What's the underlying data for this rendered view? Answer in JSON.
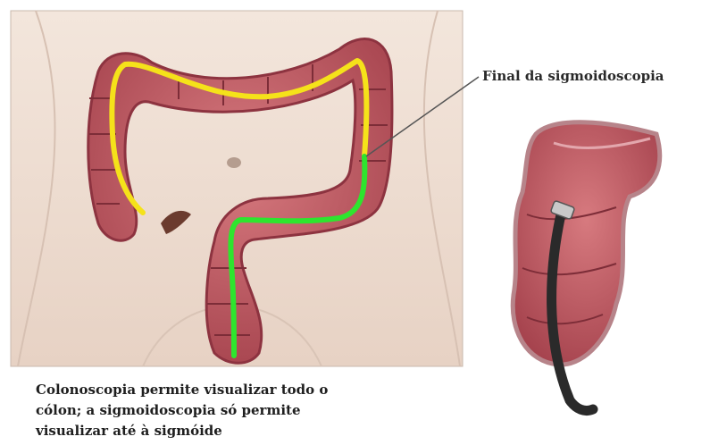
{
  "diagram": {
    "callout": "Final da sigmoidoscopia",
    "caption_lines": [
      "Colonoscopia permite visualizar todo o",
      "cólon; a sigmoidoscopia só permite",
      "visualizar até à sigmóide"
    ]
  },
  "colors": {
    "colonoscopy_path": "#f5e21a",
    "sigmoidoscopy_path": "#2ee52e",
    "colon_tissue": "#b5505a",
    "colon_wall": "#e9b7b7",
    "skin": "#ecd9cc",
    "endoscope": "#2a2a2a"
  }
}
